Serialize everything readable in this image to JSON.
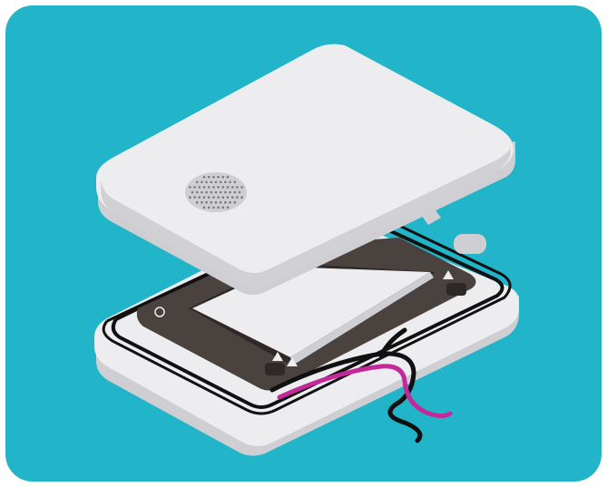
{
  "illustration": {
    "subject": "exploded-enclosure-with-speaker",
    "colors": {
      "background": "#22B5C9",
      "housing": "#EDEDEF",
      "housing_side": "#CFCFD3",
      "housing_shadow": "#B9B9BE",
      "gasket": "#4A423F",
      "gasket_dark": "#2E2826",
      "wire_black": "#111111",
      "wire_magenta": "#C4299A",
      "grille_dots": "#7A7A7E"
    },
    "parts": [
      {
        "name": "top-cover",
        "icon": "lid-icon"
      },
      {
        "name": "speaker-grille",
        "icon": "grille-icon"
      },
      {
        "name": "gasket-frame",
        "icon": "gasket-icon"
      },
      {
        "name": "speaker-diaphragm",
        "icon": "speaker-icon"
      },
      {
        "name": "bottom-base",
        "icon": "base-icon"
      },
      {
        "name": "cable-pair",
        "icon": "wire-icon"
      }
    ]
  }
}
